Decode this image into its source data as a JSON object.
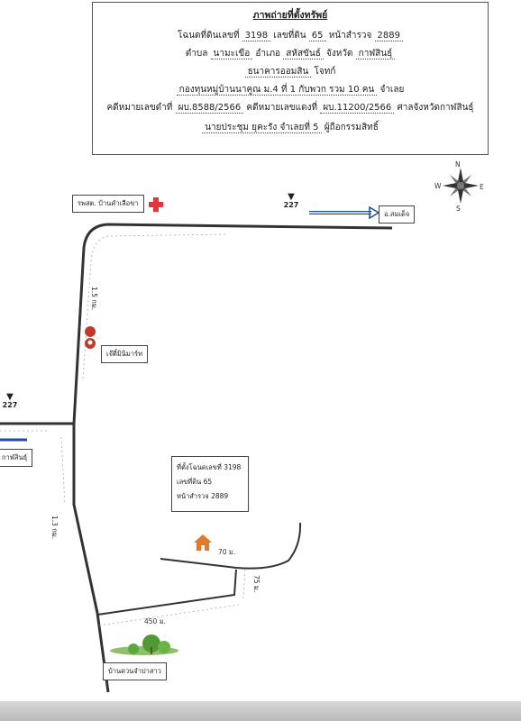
{
  "header": {
    "title": "ภาพถ่ายที่ตั้งทรัพย์",
    "deed_prefix": "โฉนดที่ดินเลขที่",
    "deed_no": "3198",
    "land_no_label": "เลขที่ดิน",
    "land_no": "65",
    "survey_label": "หน้าสำรวจ",
    "survey_no": "2889",
    "subdistrict_label": "ตำบล",
    "subdistrict": "นามะเขือ",
    "district_label": "อำเภอ",
    "district": "สหัสขันธ์",
    "province_label": "จังหวัด",
    "province": "กาฬสินธุ์",
    "plaintiff": "ธนาคารออมสิน",
    "plaintiff_role": "โจทก์",
    "defendant": "กองทุนหมู่บ้านนาคูณ ม.4 ที่ 1 กับพวก รวม 10 คน",
    "defendant_role": "จำเลย",
    "case_black_label": "คดีหมายเลขดำที่",
    "case_black": "ผบ.8588/2566",
    "case_red_label": "คดีหมายเลขแดงที่",
    "case_red": "ผบ.11200/2566",
    "court": "ศาลจังหวัดกาฬสินธุ์",
    "owner": "นายประชุม ยุคะรัง  จำเลยที่ 5",
    "owner_role": "ผู้ถือกรรมสิทธิ์"
  },
  "map": {
    "hospital": "รพสต. บ้านคำเลือขา",
    "route_top": "227",
    "route_left": "227",
    "to_somdet": "อ.สมเด็จ",
    "to_kalasin": "กาฬสินธุ์",
    "dist_upper": "1.5 กม.",
    "dist_lower": "1.3 กม.",
    "shop": "เจ๊ตี๋มินิมาร์ท",
    "dist_70": "70 ม.",
    "dist_75": "75 ม.",
    "dist_450": "450 ม.",
    "village": "บ้านดวนจำปาสาว",
    "compass": {
      "n": "N",
      "s": "S",
      "e": "E",
      "w": "W"
    },
    "info": {
      "line1": "ที่ตั้งโฉนดเลขที่ 3198",
      "line2": "เลขที่ดิน 65",
      "line3": "หน้าสำรวจ 2889"
    },
    "colors": {
      "road": "#333333",
      "arrow": "#1f4e9e",
      "hospital": "#e2373a",
      "house": "#e07a2e",
      "pin": "#c0392b",
      "tree": "#5aa83a"
    }
  }
}
